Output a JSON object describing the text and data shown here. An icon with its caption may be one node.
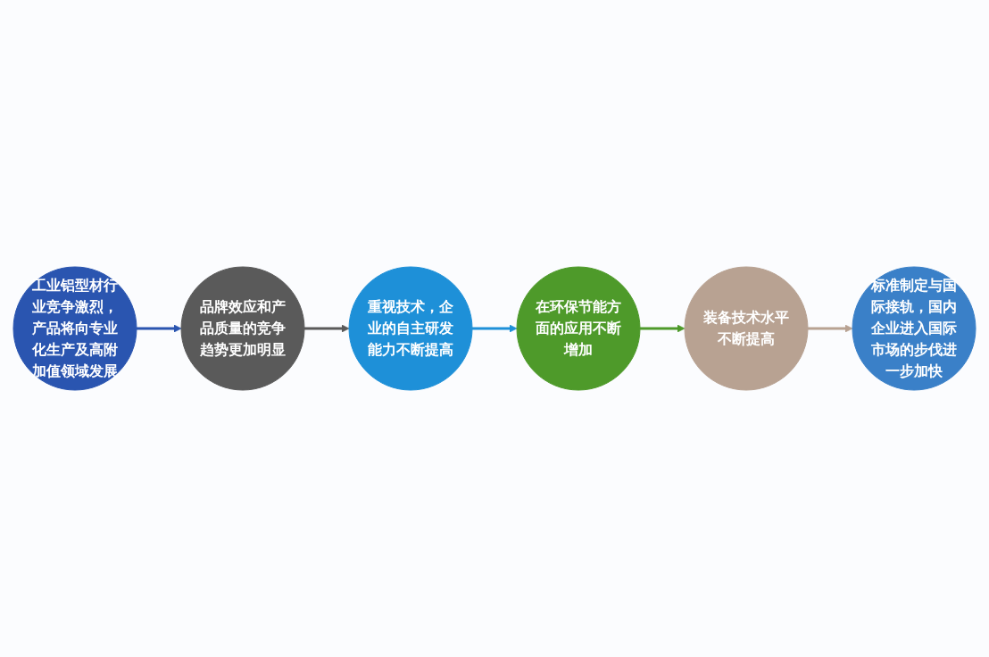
{
  "diagram": {
    "nodes": [
      {
        "text": [
          "工业铝型材行业竞争激烈，产品将向专业化生产及高附加值领域发展"
        ]
      },
      {
        "text": [
          "在环保节能方面的应用不断增加"
        ]
      },
      {
        "text": [
          "装备技术水平不断提高"
        ]
      },
      {
        "text": [
          "品牌效应和产品质量的竞争趋势更加明显"
        ]
      },
      {
        "text": [
          "重视技术，企业的自主研发能力不断提高"
        ]
      },
      {
        "text": [
          "标准制定与国际接轨，国内企业进入国际市场的步伐进一步加快"
        ]
      }
    ],
    "edges": [
      {
        "from": 0,
        "to": 3,
        "arrow": "to",
        "color": "#2a55b0"
      },
      {
        "from": 3,
        "to": 4,
        "arrow": "to",
        "color": "#5a5a5a"
      },
      {
        "from": 4,
        "to": 1,
        "arrow": "to",
        "color": "#1e90d8"
      },
      {
        "from": 1,
        "to": 2,
        "arrow": "to",
        "color": "#4e9a2a"
      },
      {
        "from": 2,
        "to": 5,
        "arrow": "to",
        "color": "#b8a292"
      }
    ]
  }
}
